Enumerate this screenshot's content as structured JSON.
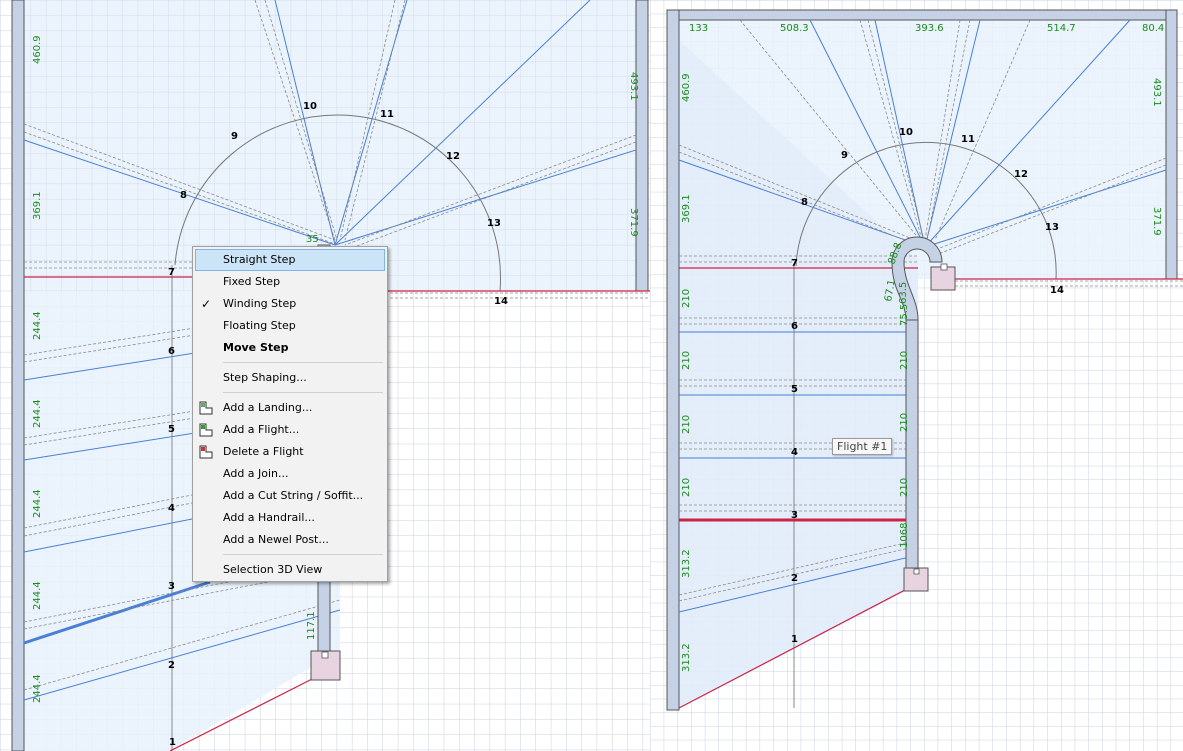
{
  "menu": {
    "items": [
      {
        "label": "Straight Step",
        "highlighted": true
      },
      {
        "label": "Fixed Step"
      },
      {
        "label": "Winding Step",
        "checked": true
      },
      {
        "label": "Floating Step"
      },
      {
        "label": "Move Step",
        "bold": true
      },
      {
        "separator": true
      },
      {
        "label": "Step Shaping..."
      },
      {
        "separator": true
      },
      {
        "label": "Add a Landing...",
        "icon": "landing-icon"
      },
      {
        "label": "Add a Flight...",
        "icon": "add-flight-icon"
      },
      {
        "label": "Delete a Flight",
        "icon": "delete-flight-icon"
      },
      {
        "label": "Add a Join..."
      },
      {
        "label": "Add a Cut String / Soffit..."
      },
      {
        "label": "Add a Handrail..."
      },
      {
        "label": "Add a Newel Post..."
      },
      {
        "separator": true
      },
      {
        "label": "Selection 3D View"
      }
    ]
  },
  "tooltip": {
    "text": "Flight #1"
  },
  "left_plan": {
    "step_numbers": [
      "1",
      "2",
      "3",
      "4",
      "5",
      "6",
      "7",
      "8",
      "9",
      "10",
      "11",
      "12",
      "13",
      "14"
    ],
    "dims_left": [
      "460.9",
      "369.1",
      "244.4",
      "244.4",
      "244.4",
      "244.4",
      "244.4"
    ],
    "dims_right": [
      "493.1",
      "371.9"
    ],
    "dims_inner": [
      "117.1",
      "35"
    ]
  },
  "right_plan": {
    "step_numbers": [
      "1",
      "2",
      "3",
      "4",
      "5",
      "6",
      "7",
      "8",
      "9",
      "10",
      "11",
      "12",
      "13",
      "14"
    ],
    "dims_top": [
      "133",
      "508.3",
      "393.6",
      "514.7",
      "80.4"
    ],
    "dims_left": [
      "460.9",
      "369.1",
      "210",
      "210",
      "210",
      "210",
      "313.2",
      "313.2"
    ],
    "dims_right": [
      "493.1",
      "371.9"
    ],
    "dims_inner": [
      "210",
      "210",
      "210",
      "1068",
      "75.5",
      "63.5",
      "67.1",
      "88.8"
    ]
  },
  "colors": {
    "wall": "#c5d2e6",
    "room": "#e8f2fb",
    "grid": "#c8d0e0",
    "blue_line": "#4a7fd6",
    "red_line": "#cc2244",
    "dim_text": "#1a8c1a",
    "newel": "#e8d4e0"
  }
}
